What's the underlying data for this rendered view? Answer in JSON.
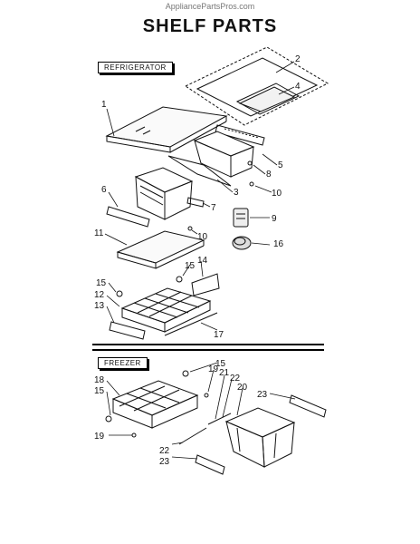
{
  "watermark": "AppliancePartsPros.com",
  "title": "SHELF PARTS",
  "sections": {
    "refrigerator": "REFRIGERATOR",
    "freezer": "FREEZER"
  },
  "callouts": {
    "c1": "1",
    "c2": "2",
    "c3": "3",
    "c4": "4",
    "c5": "5",
    "c6": "6",
    "c7": "7",
    "c8": "8",
    "c9": "9",
    "c10a": "10",
    "c10b": "10",
    "c11": "11",
    "c12": "12",
    "c13": "13",
    "c14": "14",
    "c15a": "15",
    "c15b": "15",
    "c15c": "15",
    "c15d": "15",
    "c16": "16",
    "c17": "17",
    "c18": "18",
    "c19a": "19",
    "c19b": "19",
    "c20": "20",
    "c21": "21",
    "c22a": "22",
    "c22b": "22",
    "c23a": "23",
    "c23b": "23"
  }
}
